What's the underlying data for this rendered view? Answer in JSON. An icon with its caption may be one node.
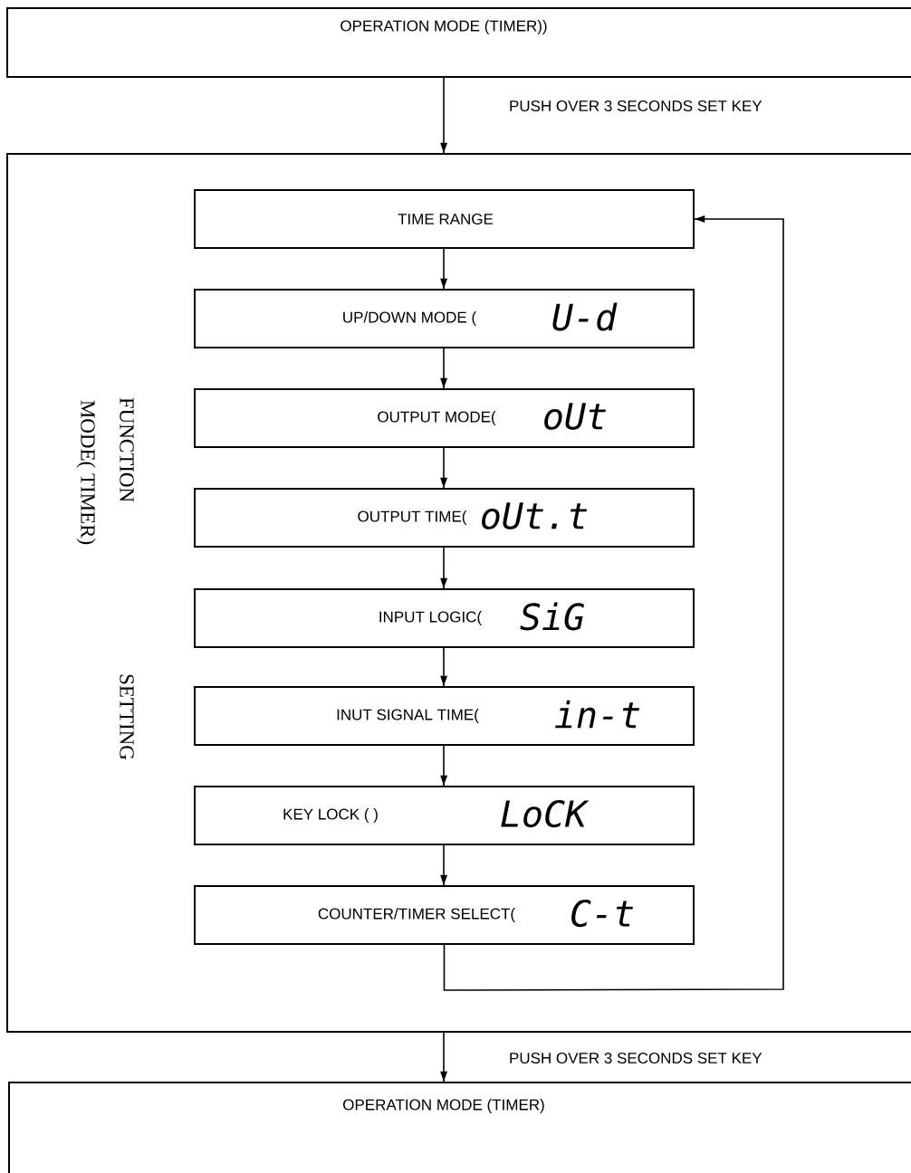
{
  "diagram": {
    "nodes": [
      {
        "text": [
          "OPERATION MODE (TIMER))"
        ]
      },
      {
        "text": [
          "FUNCTION",
          "MODE( TIMER)",
          "SETTING"
        ]
      },
      {
        "text": [
          "TIME RANGE"
        ],
        "in": 1
      },
      {
        "text": [
          "UP/DOWN MODE (",
          "U-d"
        ],
        "in": 1
      },
      {
        "text": [
          "OUTPUT MODE(",
          "oUt"
        ],
        "in": 1
      },
      {
        "text": [
          "OUTPUT TIME(",
          "oUt.t"
        ],
        "in": 1
      },
      {
        "text": [
          "INPUT LOGIC(",
          "SiG"
        ],
        "in": 1
      },
      {
        "text": [
          "INUT SIGNAL TIME(",
          "in-t"
        ],
        "in": 1
      },
      {
        "text": [
          "KEY LOCK ( )",
          "LoCK"
        ],
        "in": 1
      },
      {
        "text": [
          "COUNTER/TIMER SELECT(",
          "C-t"
        ],
        "in": 1
      },
      {
        "text": [
          "OPERATION MODE (TIMER)"
        ]
      }
    ],
    "edges": [
      {
        "from": 0,
        "to": 1,
        "arrow": "to",
        "label": "PUSH OVER 3 SECONDS SET KEY"
      },
      {
        "from": 2,
        "to": 3,
        "arrow": "to"
      },
      {
        "from": 3,
        "to": 4,
        "arrow": "to"
      },
      {
        "from": 4,
        "to": 5,
        "arrow": "to"
      },
      {
        "from": 5,
        "to": 6,
        "arrow": "to"
      },
      {
        "from": 6,
        "to": 7,
        "arrow": "to"
      },
      {
        "from": 7,
        "to": 8,
        "arrow": "to"
      },
      {
        "from": 8,
        "to": 9,
        "arrow": "to"
      },
      {
        "from": 9,
        "to": 2,
        "arrow": "to"
      },
      {
        "from": 1,
        "to": 10,
        "arrow": "to",
        "label": "PUSH OVER 3 SECONDS SET KEY"
      }
    ]
  }
}
